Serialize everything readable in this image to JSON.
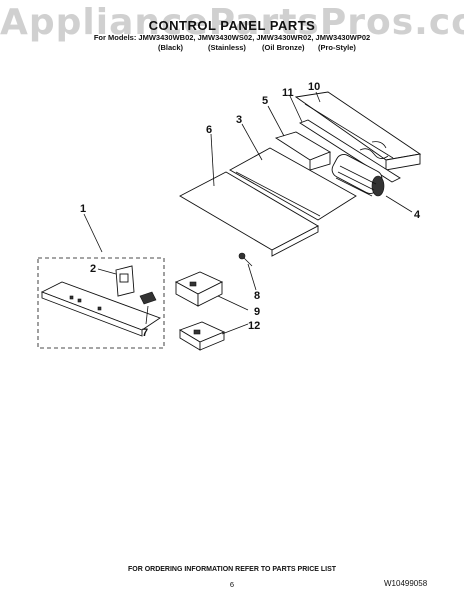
{
  "watermark": "AppliancePartsPros.com",
  "title": "CONTROL PANEL PARTS",
  "models": "For Models: JMW3430WB02, JMW3430WS02, JMW3430WR02, JMW3430WP02",
  "finishes": [
    "(Black)",
    "(Stainless)",
    "(Oil Bronze)",
    "(Pro-Style)"
  ],
  "callouts": [
    "1",
    "2",
    "3",
    "4",
    "5",
    "6",
    "7",
    "8",
    "9",
    "10",
    "11",
    "12"
  ],
  "footer": {
    "ordering_info": "FOR ORDERING INFORMATION REFER TO PARTS PRICE LIST",
    "page_number": "6",
    "document_number": "W10499058"
  }
}
